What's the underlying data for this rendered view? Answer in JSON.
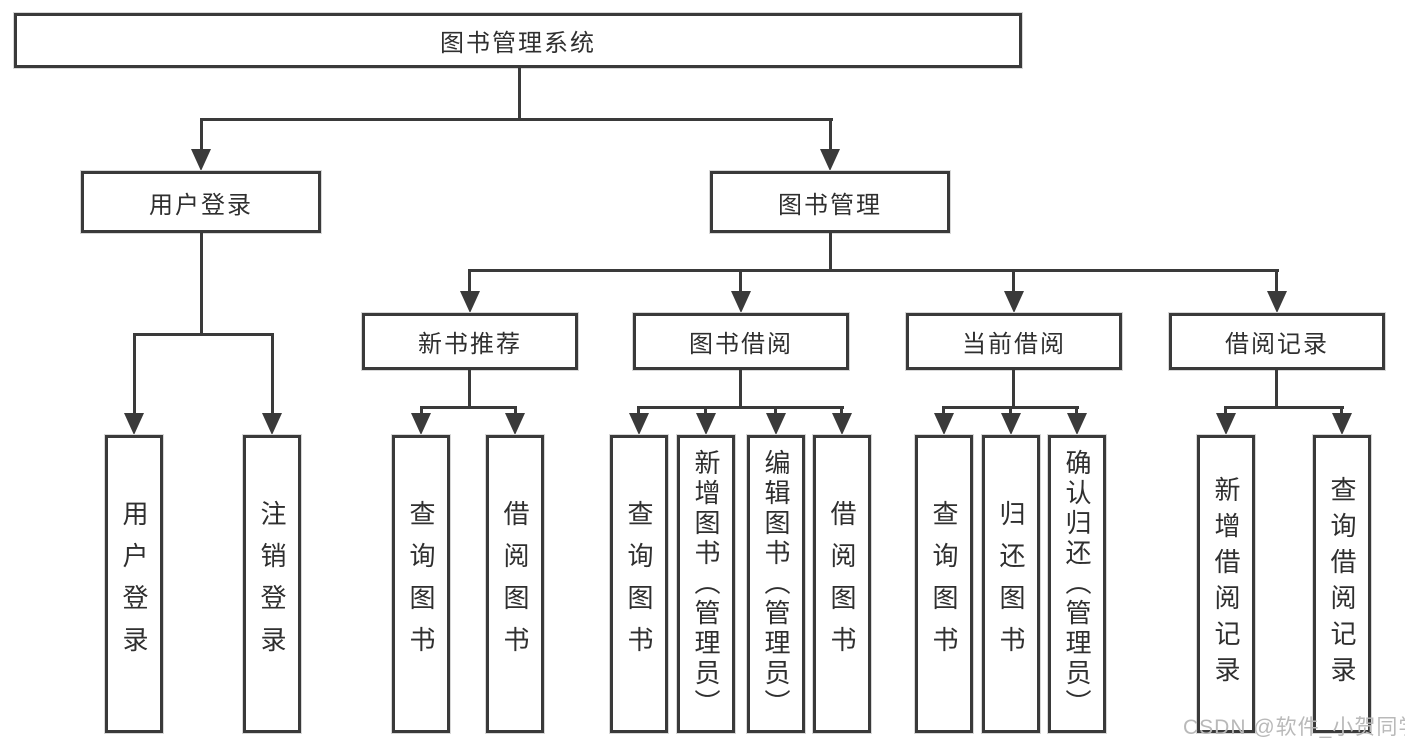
{
  "diagram": {
    "root": {
      "label": "图书管理系统"
    },
    "level2": [
      {
        "label": "用户登录"
      },
      {
        "label": "图书管理"
      }
    ],
    "level3": [
      {
        "label": "新书推荐"
      },
      {
        "label": "图书借阅"
      },
      {
        "label": "当前借阅"
      },
      {
        "label": "借阅记录"
      }
    ],
    "leaves": {
      "user_login": [
        {
          "label": "用户登录"
        },
        {
          "label": "注销登录"
        }
      ],
      "new_book": [
        {
          "label": "查询图书"
        },
        {
          "label": "借阅图书"
        }
      ],
      "book_borrow": [
        {
          "label": "查询图书"
        },
        {
          "label": "新增图书（管理员）"
        },
        {
          "label": "编辑图书（管理员）"
        },
        {
          "label": "借阅图书"
        }
      ],
      "current_borrow": [
        {
          "label": "查询图书"
        },
        {
          "label": "归还图书"
        },
        {
          "label": "确认归还（管理员）"
        }
      ],
      "borrow_records": [
        {
          "label": "新增借阅记录"
        },
        {
          "label": "查询借阅记录"
        }
      ]
    },
    "watermark": "CSDN @软件_小贺同学",
    "colors": {
      "line": "#3a3a3a",
      "border": "#3a3a3a",
      "text": "#2f2f2f",
      "watermark": "#b9b9b9",
      "background": "#ffffff"
    }
  }
}
